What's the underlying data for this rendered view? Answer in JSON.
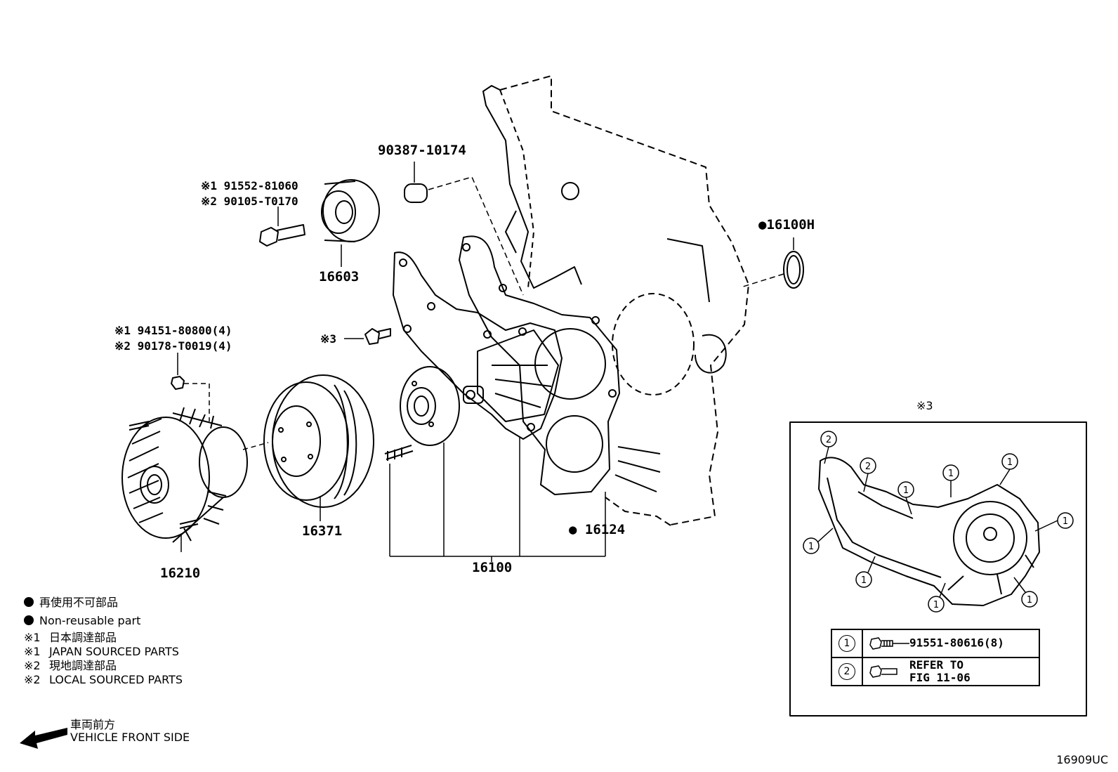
{
  "callouts": {
    "p90387": "90387-10174",
    "p91552": "※1 91552-81060",
    "p90105": "※2 90105-T0170",
    "p16603": "16603",
    "p16100H": "●16100H",
    "p94151": "※1 94151-80800(4)",
    "p90178": "※2 90178-T0019(4)",
    "p_ref3": "※3",
    "p16371": "16371",
    "p16210": "16210",
    "p16124": "● 16124",
    "p16100": "16100"
  },
  "inset": {
    "title": "※3",
    "markers": [
      "1",
      "2"
    ],
    "table": [
      {
        "num": "1",
        "desc_line1": "91551-80616(8)",
        "desc_line2": ""
      },
      {
        "num": "2",
        "desc_line1": "REFER TO",
        "desc_line2": "FIG 11-06"
      }
    ]
  },
  "legend": [
    {
      "marker": "●",
      "text": "再使用不可部品"
    },
    {
      "marker": "●",
      "text": "Non-reusable part"
    },
    {
      "marker": "※1",
      "text": "日本調達部品"
    },
    {
      "marker": "※1",
      "text": "JAPAN SOURCED PARTS"
    },
    {
      "marker": "※2",
      "text": "現地調達部品"
    },
    {
      "marker": "※2",
      "text": "LOCAL SOURCED PARTS"
    }
  ],
  "front": {
    "line1": "車両前方",
    "line2": "VEHICLE FRONT SIDE"
  },
  "figure_code": "16909UC"
}
